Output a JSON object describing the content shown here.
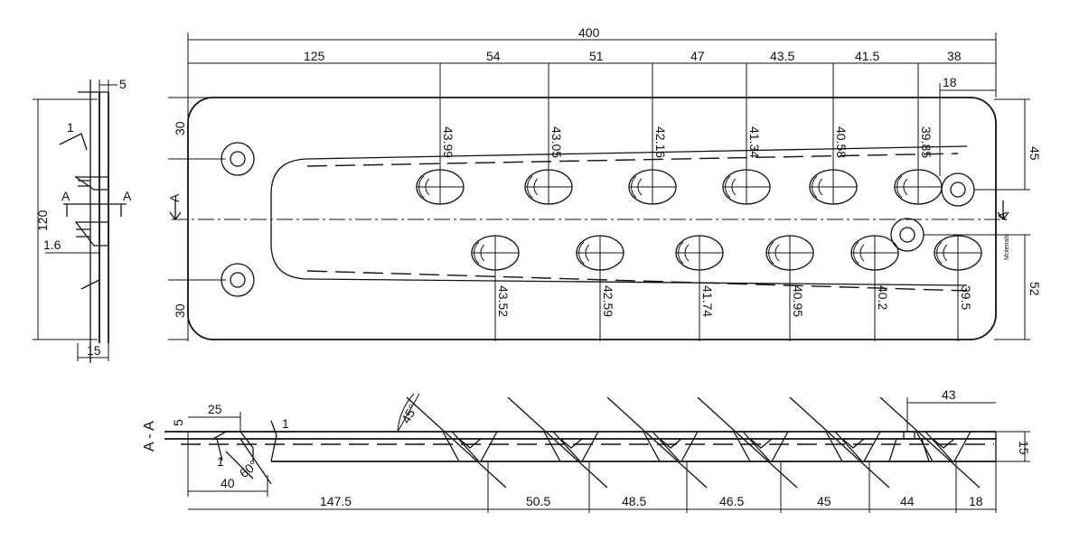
{
  "top_dims": {
    "overall": "400",
    "segments": [
      "125",
      "54",
      "51",
      "47",
      "43.5",
      "41.5",
      "38"
    ],
    "right_small": "18"
  },
  "upper_hole_labels": [
    "43.99",
    "43.05",
    "42.16",
    "41.34",
    "40.58",
    "39.85"
  ],
  "lower_hole_labels": [
    "43.52",
    "42.59",
    "41.74",
    "40.95",
    "40.2",
    "39.5"
  ],
  "left_dims": {
    "top": "30",
    "bottom": "30"
  },
  "right_dims": {
    "upper": "45",
    "lower": "52"
  },
  "side_view": {
    "top": "5",
    "height": "120",
    "thickness": "1.6",
    "bottom": "15",
    "angle_label": "1",
    "section_mark": "A"
  },
  "section_view": {
    "title": "A - A",
    "left_top": "5",
    "dim_25": "25",
    "angle_60": "60°",
    "angle_45": "45°",
    "label_1a": "1",
    "label_1b": "1",
    "dim_40": "40",
    "right_43": "43",
    "height_15": "15",
    "bottom_dims": [
      "147.5",
      "50.5",
      "48.5",
      "46.5",
      "45",
      "44",
      "18"
    ]
  },
  "section_marks": {
    "left": "A",
    "right": "A"
  },
  "note": "Moterials"
}
